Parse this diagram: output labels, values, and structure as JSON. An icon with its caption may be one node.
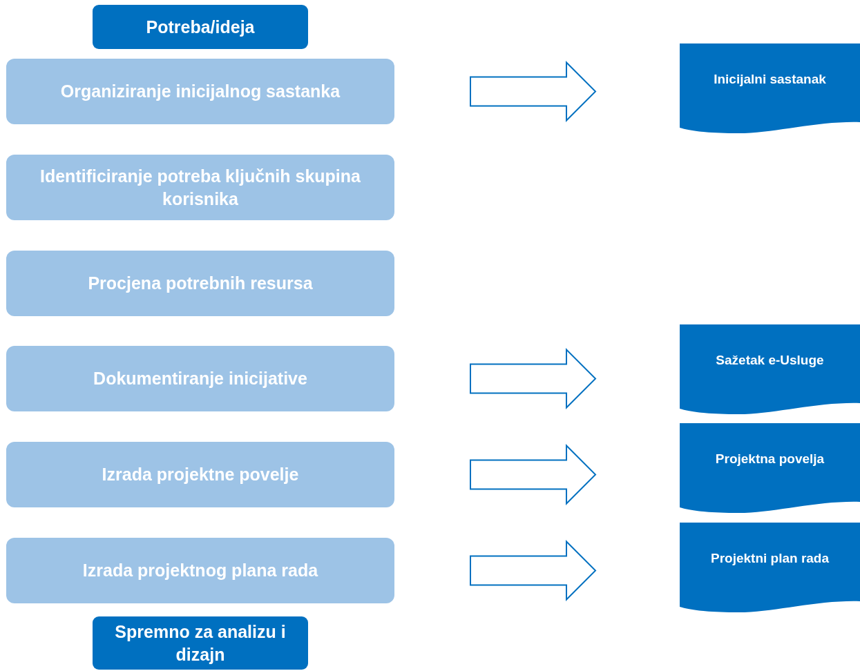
{
  "diagram": {
    "nodes": [
      {
        "text": [
          "Potreba/ideja"
        ]
      },
      {
        "text": [
          "Organiziranje inicijalnog sastanka"
        ]
      },
      {
        "text": [
          "Identificiranje potreba ključnih skupina korisnika"
        ]
      },
      {
        "text": [
          "Procjena potrebnih resursa"
        ]
      },
      {
        "text": [
          "Dokumentiranje inicijative"
        ]
      },
      {
        "text": [
          "Izrada projektne povelje"
        ]
      },
      {
        "text": [
          "Izrada projektnog plana rada"
        ]
      },
      {
        "text": [
          "Spremno za analizu i dizajn"
        ]
      },
      {
        "text": [
          "Inicijalni sastanak"
        ]
      },
      {
        "text": [
          "Sažetak e-Usluge"
        ]
      },
      {
        "text": [
          "Projektna povelja"
        ]
      },
      {
        "text": [
          "Projektni plan rada"
        ]
      }
    ],
    "edges": [
      {
        "from": 1,
        "to": 8,
        "arrow": "to"
      },
      {
        "from": 4,
        "to": 9,
        "arrow": "to"
      },
      {
        "from": 5,
        "to": 10,
        "arrow": "to"
      },
      {
        "from": 6,
        "to": 11,
        "arrow": "to"
      }
    ]
  }
}
